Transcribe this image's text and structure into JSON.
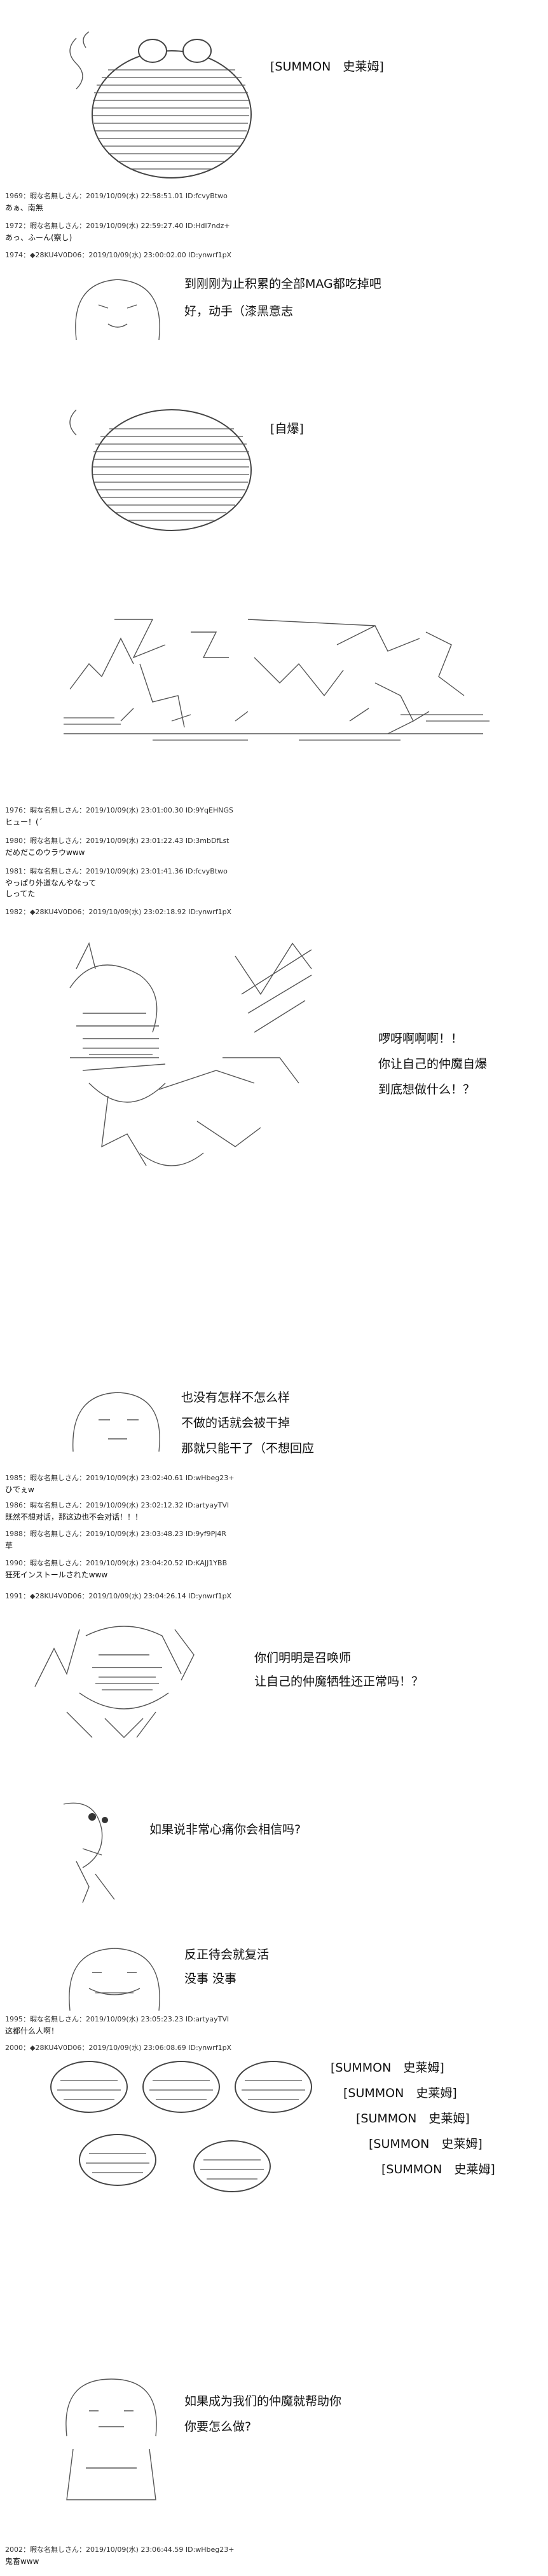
{
  "scene1": {
    "summon": "[SUMMON　史莱姆]"
  },
  "posts": [
    {
      "header": "1969：暇な名無しさん：2019/10/09(水) 22:58:51.01 ID:fcvyBtwo",
      "body": [
        "あぁ、南無"
      ]
    },
    {
      "header": "1972：暇な名無しさん：2019/10/09(水) 22:59:27.40 ID:Hdl7ndz+",
      "body": [
        "あっ、ふーん(察し)"
      ]
    },
    {
      "header": "1974：◆28KU4V0D06：2019/10/09(水) 23:00:02.00 ID:ynwrf1pX",
      "body": []
    },
    {
      "header": "1976：暇な名無しさん：2019/10/09(水) 23:01:00.30 ID:9YqEHNGS",
      "body": [
        "ヒュー！(´"
      ]
    },
    {
      "header": "1980：暇な名無しさん：2019/10/09(水) 23:01:22.43 ID:3mbDfLst",
      "body": [
        "だめだこのウラウwww"
      ]
    },
    {
      "header": "1981：暇な名無しさん：2019/10/09(水) 23:01:41.36 ID:fcvyBtwo",
      "body": [
        "やっぱり外道なんやなって",
        "しってた"
      ]
    },
    {
      "header": "1982：◆28KU4V0D06：2019/10/09(水) 23:02:18.92 ID:ynwrf1pX",
      "body": []
    },
    {
      "header": "1985：暇な名無しさん：2019/10/09(水) 23:02:40.61 ID:wHbeg23+",
      "body": [
        "ひでぇw"
      ]
    },
    {
      "header": "1986：暇な名無しさん：2019/10/09(水) 23:02:12.32 ID:artyayTVI",
      "body": [
        "既然不想对话，那这边也不会对话！！！"
      ]
    },
    {
      "header": "1988：暇な名無しさん：2019/10/09(水) 23:03:48.23 ID:9yf9Pj4R",
      "body": [
        "草"
      ]
    },
    {
      "header": "1990：暇な名無しさん：2019/10/09(水) 23:04:20.52 ID:KAJJ1YBB",
      "body": [
        "狂死インストールされたwww"
      ]
    },
    {
      "header": "1991：◆28KU4V0D06：2019/10/09(水) 23:04:26.14 ID:ynwrf1pX",
      "body": []
    },
    {
      "header": "1995：暇な名無しさん：2019/10/09(水) 23:05:23.23 ID:artyayTVI",
      "body": [
        "这都什么人啊！"
      ]
    },
    {
      "header": "2000：◆28KU4V0D06：2019/10/09(水) 23:06:08.69 ID:ynwrf1pX",
      "body": []
    },
    {
      "header": "2002：暇な名無しさん：2019/10/09(水) 23:06:44.59 ID:wHbeg23+",
      "body": [
        "鬼畜www"
      ]
    }
  ],
  "scene2": {
    "lines": [
      "到刚刚为止积累的全部MAG都吃掉吧",
      "好，动手（漆黑意志"
    ]
  },
  "scene3": {
    "label": "[自爆]"
  },
  "scene5": {
    "lines": [
      "啰呀啊啊啊！！",
      "你让自己的仲魔自爆",
      "到底想做什么！？"
    ]
  },
  "scene6": {
    "lines": [
      "也没有怎样不怎么样",
      "不做的话就会被干掉",
      "那就只能干了（不想回应"
    ]
  },
  "scene7": {
    "lines": [
      "你们明明是召唤师",
      "让自己的仲魔牺牲还正常吗！？"
    ]
  },
  "scene8": {
    "lines": [
      "如果说非常心痛你会相信吗?"
    ]
  },
  "scene9": {
    "lines": [
      "反正待会就复活",
      "没事 没事"
    ]
  },
  "scene10": {
    "summons": [
      "[SUMMON　史莱姆]",
      "[SUMMON　史莱姆]",
      "[SUMMON　史莱姆]",
      "[SUMMON　史莱姆]",
      "[SUMMON　史莱姆]"
    ]
  },
  "scene11": {
    "lines": [
      "如果成为我们的仲魔就帮助你",
      "你要怎么做?"
    ]
  }
}
